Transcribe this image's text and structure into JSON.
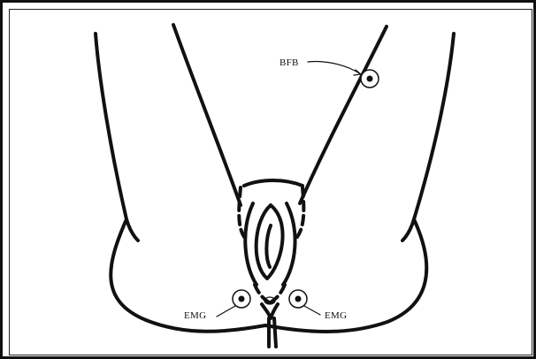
{
  "labels": {
    "bfb": "BFB",
    "emg_left": "EMG",
    "emg_right": "EMG"
  },
  "colors": {
    "ink": "#111111",
    "background": "#ffffff"
  }
}
